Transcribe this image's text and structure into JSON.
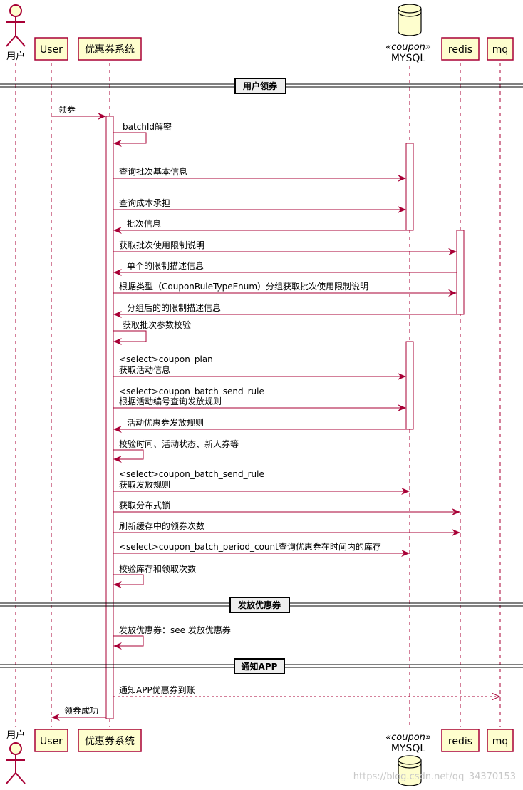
{
  "participants": {
    "user_actor": "用户",
    "user": "User",
    "coupon_system": "优惠券系统",
    "mysql": "MYSQL",
    "mysql_stereotype": "«coupon»",
    "redis": "redis",
    "mq": "mq"
  },
  "dividers": {
    "d1": "用户领券",
    "d2": "发放优惠券",
    "d3": "通知APP"
  },
  "messages": {
    "m1": "领券",
    "m2": "batchId解密",
    "m3": "查询批次基本信息",
    "m4": "查询成本承担",
    "m5": "批次信息",
    "m6": "获取批次使用限制说明",
    "m7": "单个的限制描述信息",
    "m8": "根据类型（CouponRuleTypeEnum）分组获取批次使用限制说明",
    "m9": "分组后的的限制描述信息",
    "m10": "获取批次参数校验",
    "m11_line1": "<select>coupon_plan",
    "m11_line2": "获取活动信息",
    "m12_line1": "<select>coupon_batch_send_rule",
    "m12_line2": "根据活动编号查询发放规则",
    "m13": "活动优惠券发放规则",
    "m14": "校验时间、活动状态、新人券等",
    "m15_line1": "<select>coupon_batch_send_rule",
    "m15_line2": "获取发放规则",
    "m16": "获取分布式锁",
    "m17": "刷新缓存中的领券次数",
    "m18": "<select>coupon_batch_period_count查询优惠券在时间内的库存",
    "m19": "校验库存和领取次数",
    "m20": "发放优惠券：see 发放优惠券",
    "m21": "通知APP优惠券到账",
    "m22": "领券成功"
  },
  "watermark": "https://blog.csdn.net/qq_34370153",
  "colors": {
    "arrow": "#A80036",
    "participant_fill": "#FEFECE",
    "participant_border": "#A80036",
    "lifeline": "#A80036"
  }
}
